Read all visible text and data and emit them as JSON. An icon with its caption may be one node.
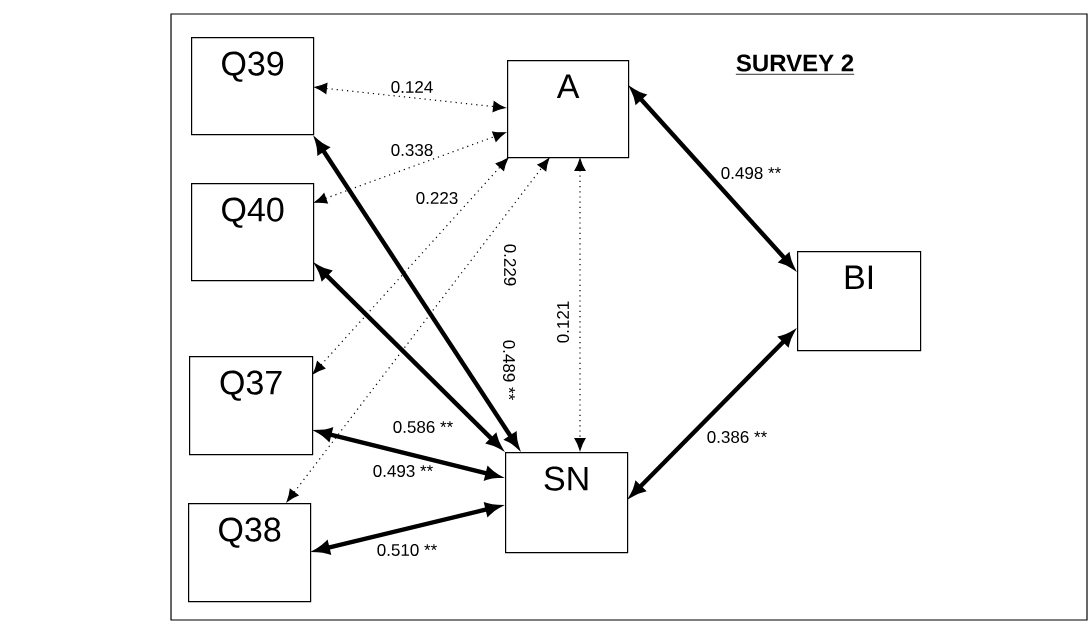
{
  "diagram": {
    "title": "SURVEY 2",
    "nodes": [
      {
        "text": [
          "Q39"
        ]
      },
      {
        "text": [
          "Q40"
        ]
      },
      {
        "text": [
          "Q37"
        ]
      },
      {
        "text": [
          "Q38"
        ]
      },
      {
        "text": [
          "A"
        ]
      },
      {
        "text": [
          "SN"
        ]
      },
      {
        "text": [
          "BI"
        ]
      }
    ],
    "edges": [
      {
        "from": 0,
        "to": 4,
        "arrow": "both",
        "label": "0.124",
        "style": "dashed"
      },
      {
        "from": 1,
        "to": 4,
        "arrow": "both",
        "label": "0.338",
        "style": "dashed"
      },
      {
        "from": 2,
        "to": 4,
        "arrow": "both",
        "label": "0.223",
        "style": "dashed"
      },
      {
        "from": 3,
        "to": 4,
        "arrow": "both",
        "label": "0.229",
        "style": "dashed"
      },
      {
        "from": 4,
        "to": 5,
        "arrow": "both",
        "label": "0.121",
        "style": "dashed"
      },
      {
        "from": 0,
        "to": 5,
        "arrow": "both",
        "label": "0.489 **"
      },
      {
        "from": 1,
        "to": 5,
        "arrow": "both",
        "label": "0.586 **"
      },
      {
        "from": 2,
        "to": 5,
        "arrow": "both",
        "label": "0.493 **"
      },
      {
        "from": 3,
        "to": 5,
        "arrow": "both",
        "label": "0.510 **"
      },
      {
        "from": 4,
        "to": 6,
        "arrow": "both",
        "label": "0.498 **"
      },
      {
        "from": 5,
        "to": 6,
        "arrow": "both",
        "label": "0.386 **"
      }
    ]
  }
}
